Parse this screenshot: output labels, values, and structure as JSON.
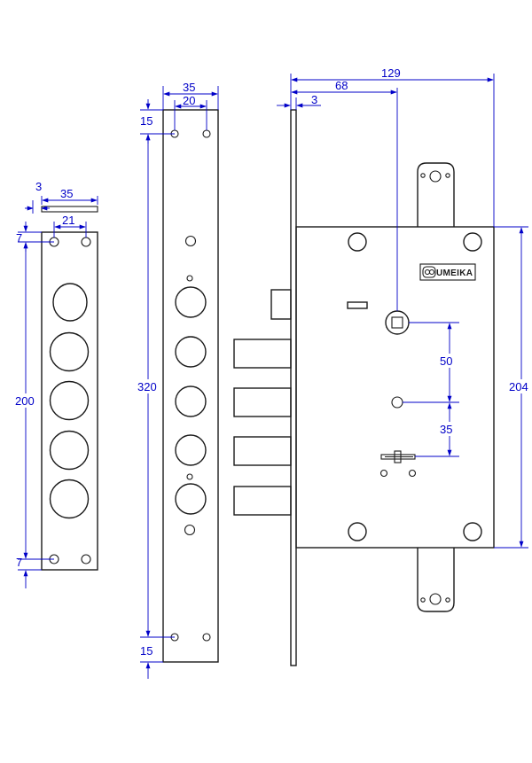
{
  "logo": {
    "brand": "UMEIKA"
  },
  "small_plate": {
    "dims": {
      "thickness": "3",
      "width": "35",
      "hole_spacing": "21",
      "top_offset": "7",
      "height": "200",
      "bottom_offset": "7"
    }
  },
  "long_plate": {
    "dims": {
      "width": "35",
      "hole_spacing": "20",
      "top_offset": "15",
      "height": "320",
      "bottom_offset": "15"
    }
  },
  "lock_body": {
    "dims": {
      "overall_depth": "129",
      "backset": "68",
      "faceplate_thickness": "3",
      "spindle_to_cylinder": "50",
      "cylinder_to_key": "35",
      "case_height": "204"
    }
  },
  "colors": {
    "outline": "#1a1a1a",
    "dimension": "#0000c8",
    "background": "#ffffff"
  }
}
